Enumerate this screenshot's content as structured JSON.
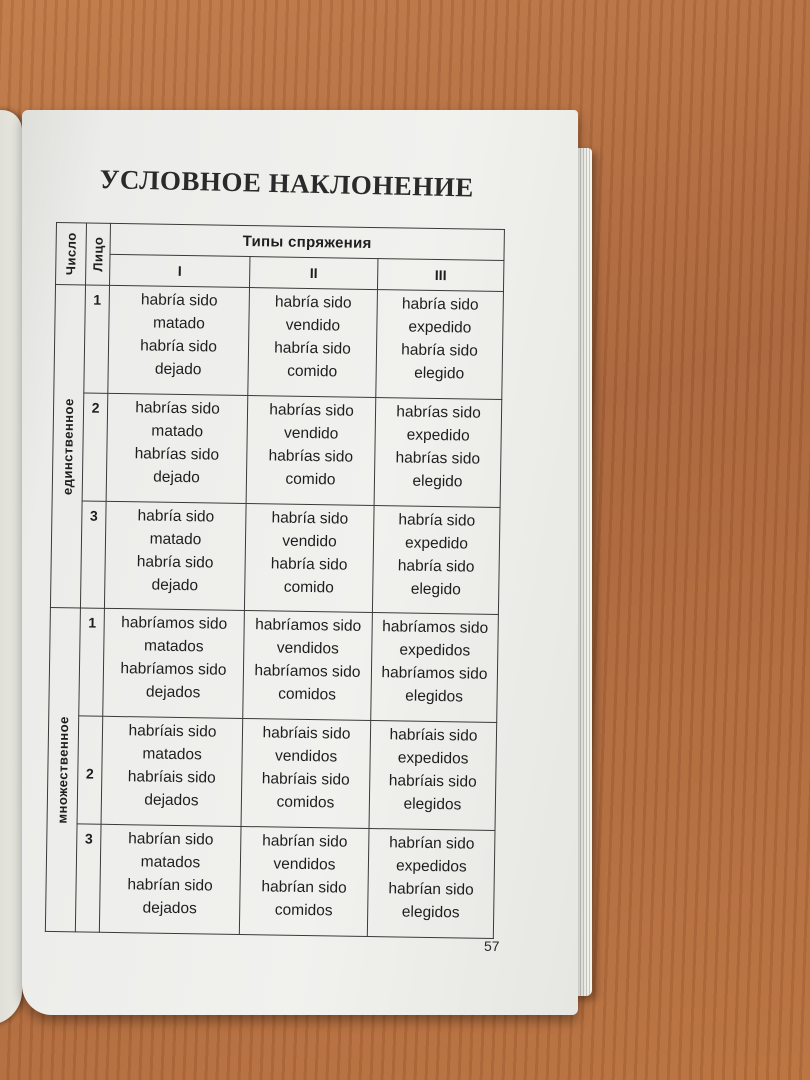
{
  "title": "УСЛОВНОЕ НАКЛОНЕНИЕ",
  "headers": {
    "number": "Число",
    "person": "Лицо",
    "types": "Типы спряжения",
    "columns": [
      "I",
      "II",
      "III"
    ]
  },
  "groups": [
    {
      "label": "единственное",
      "rows": [
        {
          "person": "1",
          "forms": [
            [
              "habría sido",
              "matado",
              "habría sido",
              "dejado"
            ],
            [
              "habría sido",
              "vendido",
              "habría sido",
              "comido"
            ],
            [
              "habría sido",
              "expedido",
              "habría sido",
              "elegido"
            ]
          ]
        },
        {
          "person": "2",
          "forms": [
            [
              "habrías sido",
              "matado",
              "habrías sido",
              "dejado"
            ],
            [
              "habrías sido",
              "vendido",
              "habrías sido",
              "comido"
            ],
            [
              "habrías sido",
              "expedido",
              "habrías sido",
              "elegido"
            ]
          ]
        },
        {
          "person": "3",
          "forms": [
            [
              "habría sido",
              "matado",
              "habría sido",
              "dejado"
            ],
            [
              "habría sido",
              "vendido",
              "habría sido",
              "comido"
            ],
            [
              "habría sido",
              "expedido",
              "habría sido",
              "elegido"
            ]
          ]
        }
      ]
    },
    {
      "label": "множественное",
      "rows": [
        {
          "person": "1",
          "forms": [
            [
              "habríamos sido",
              "matados",
              "habríamos sido",
              "dejados"
            ],
            [
              "habríamos sido",
              "vendidos",
              "habríamos sido",
              "comidos"
            ],
            [
              "habríamos sido",
              "expedidos",
              "habríamos sido",
              "elegidos"
            ]
          ]
        },
        {
          "person": "2",
          "forms": [
            [
              "habríais sido",
              "matados",
              "habríais sido",
              "dejados"
            ],
            [
              "habríais sido",
              "vendidos",
              "habríais sido",
              "comidos"
            ],
            [
              "habríais sido",
              "expedidos",
              "habríais sido",
              "elegidos"
            ]
          ]
        },
        {
          "person": "3",
          "forms": [
            [
              "habrían sido",
              "matados",
              "habrían sido",
              "dejados"
            ],
            [
              "habrían sido",
              "vendidos",
              "habrían sido",
              "comidos"
            ],
            [
              "habrían sido",
              "expedidos",
              "habrían sido",
              "elegidos"
            ]
          ]
        }
      ]
    }
  ],
  "page_number": "57"
}
